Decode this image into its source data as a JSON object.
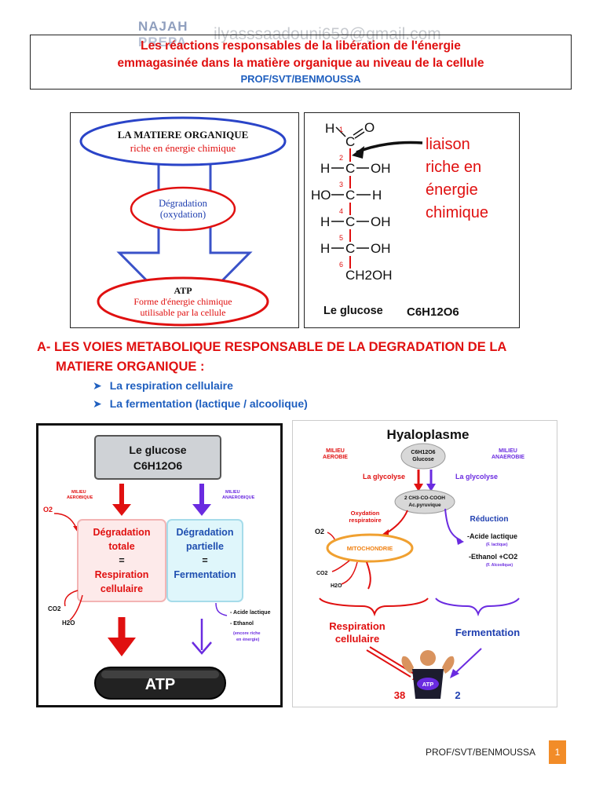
{
  "watermark": {
    "brand_top": "NAJAH",
    "brand_bottom": "PREPA",
    "email": "ilyasssaadouni659@gmail.com"
  },
  "header": {
    "title_line1": "Les réactions responsables de la libération de l'énergie",
    "title_line2": "emmagasinée dans la matière organique au niveau de la cellule",
    "author": "PROF/SVT/BENMOUSSA"
  },
  "figure1": {
    "top_title": "LA MATIERE ORGANIQUE",
    "top_subtitle": "riche en énergie chimique",
    "middle_line1": "Dégradation",
    "middle_line2": "(oxydation)",
    "bottom_title": "ATP",
    "bottom_line1": "Forme d'énergie chimique",
    "bottom_line2": "utilisable par la cellule"
  },
  "figure2": {
    "annotation_line1": "liaison",
    "annotation_line2": "riche en",
    "annotation_line3": "énergie",
    "annotation_line4": "chimique",
    "caption_name": "Le glucose",
    "caption_formula": "C6H12O6",
    "carbon_numbers": [
      "1",
      "2",
      "3",
      "4",
      "5",
      "6"
    ],
    "atoms": {
      "H": "H",
      "O": "O",
      "C": "C",
      "OH": "OH",
      "HO": "HO",
      "CH2OH": "CH2OH"
    }
  },
  "section": {
    "heading_line1": "A- LES VOIES METABOLIQUE RESPONSABLE DE LA DEGRADATION DE LA",
    "heading_line2": "MATIERE ORGANIQUE :",
    "bullets": [
      "La respiration cellulaire",
      "La fermentation (lactique / alcoolique)"
    ]
  },
  "figure3": {
    "glucose_line1": "Le glucose",
    "glucose_line2": "C6H12O6",
    "aerobic_line1": "MILIEU",
    "aerobic_line2": "AEROBIQUE",
    "anaerobic_line1": "MILIEU",
    "anaerobic_line2": "ANAEROBIQUE",
    "o2": "O2",
    "left_box": [
      "Dégradation",
      "totale",
      "=",
      "Respiration",
      "cellulaire"
    ],
    "right_box": [
      "Dégradation",
      "partielle",
      "=",
      "Fermentation"
    ],
    "co2": "CO2",
    "h2o": "H2O",
    "products": [
      "- Acide lactique",
      "- Ethanol"
    ],
    "products_note_line1": "(encore riche",
    "products_note_line2": "en énergie)",
    "atp": "ATP"
  },
  "figure4": {
    "title": "Hyaloplasme",
    "left_milieu_line1": "MILIEU",
    "left_milieu_line2": "AEROBIE",
    "right_milieu_line1": "MILIEU",
    "right_milieu_line2": "ANAEROBIE",
    "glucose_line1": "C6H12O6",
    "glucose_line2": "Glucose",
    "glycolyse_left": "La glycolyse",
    "glycolyse_right": "La glycolyse",
    "pyruvate_line1": "2 CH3-CO-COOH",
    "pyruvate_line2": "Ac.pyruvique",
    "oxydation_line1": "Oxydation",
    "oxydation_line2": "respiratoire",
    "reduction": "Réduction",
    "o2": "O2",
    "mitochondrie": "MITOCHONDRIE",
    "acide_lactique": "-Acide lactique",
    "f_lactique": "(F. lactique)",
    "ethanol": "-Ethanol +CO2",
    "f_alcoolique": "(F. Alcoolique)",
    "co2": "CO2",
    "h2o": "H2O",
    "respiration_line1": "Respiration",
    "respiration_line2": "cellulaire",
    "fermentation": "Fermentation",
    "atp_left": "38",
    "atp_label": "ATP",
    "atp_right": "2"
  },
  "footer": {
    "author": "PROF/SVT/BENMOUSSA",
    "page": "1"
  },
  "colors": {
    "red": "#e01010",
    "blue": "#1f5fbf",
    "purple": "#6a2be0",
    "orange": "#f28c28"
  }
}
